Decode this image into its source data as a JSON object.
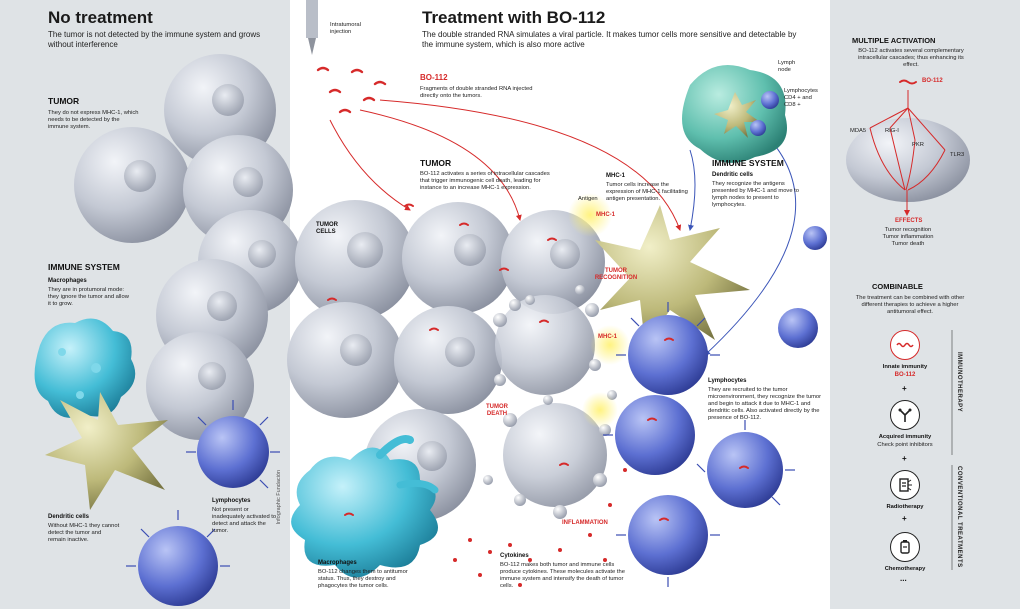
{
  "left": {
    "title": "No treatment",
    "subtitle": "The tumor is not detected by the immune system and grows without interference",
    "tumor_heading": "TUMOR",
    "tumor_text": "They do not express MHC-1, which needs to be detected by the immune system.",
    "immune_heading": "IMMUNE SYSTEM",
    "macrophages_heading": "Macrophages",
    "macrophages_text": "They are in protumoral mode: they ignore the tumor and allow it to grow.",
    "dendritic_heading": "Dendritic cells",
    "dendritic_text": "Without MHC-1 they cannot detect the tumor and remain inactive.",
    "lymphocytes_heading": "Lymphocytes",
    "lymphocytes_text": "Not present or inadequately activated to detect and attack the tumor.",
    "credit": "Infographic Fundación"
  },
  "main": {
    "title": "Treatment with BO-112",
    "subtitle": "The double stranded RNA simulates a viral particle. It makes tumor cells more sensitive and detectable by the immune system, which is also more active",
    "injection_label": "Intratumoral injection",
    "bo_heading": "BO-112",
    "bo_text": "Fragments of double stranded RNA injected directly onto the tumors.",
    "tumor_heading": "TUMOR",
    "tumor_text": "BO-112 activates a series of intracellular cascades that trigger immunogenic cell death, leading for instance to an increase MHC-1 expression.",
    "tumor_cells_label": "TUMOR CELLS",
    "mhc_heading": "MHC-1",
    "mhc_text": "Tumor cells increase the expression of MHC-1 facilitating antigen presentation.",
    "antigen_label": "Antigen",
    "mhc_tag": "MHC-1",
    "tumor_recognition": "TUMOR RECOGNITION",
    "mhc_tag2": "MHC-1",
    "tumor_death": "TUMOR DEATH",
    "inflammation": "INFLAMMATION",
    "lymph_node_label": "Lymph node",
    "lymphocytes_cd": "Lymphocytes CD4 + and CD8 +",
    "immune_heading": "IMMUNE SYSTEM",
    "dendritic_heading": "Dendritic cells",
    "dendritic_text": "They recognize the antigens presented by MHC-1 and move to lymph nodes to present to lymphocytes.",
    "lymphocytes_heading": "Lymphocytes",
    "lymphocytes_text": "They are recruited to the tumor microenvironment, they recognize the tumor and begin to attack it due to MHC-1 and dendritic cells. Also activated directly by the presence of BO-112.",
    "macrophages_heading": "Macrophages",
    "macrophages_text": "BO-112 changes them to antitumor status. Thus, they destroy and phagocytes the tumor cells.",
    "cytokines_heading": "Cytokines",
    "cytokines_text": "BO-112 makes both tumor and immune cells produce cytokines. These molecules activate the immune system and intensify the death of tumor cells."
  },
  "right": {
    "multi_heading": "MULTIPLE ACTIVATION",
    "multi_text": "BO-112 activates several complementary intracellular cascades; thus enhancing its effect.",
    "bo_tag": "BO-112",
    "mda5": "MDA5",
    "rigi": "RIG-I",
    "pkr": "PKR",
    "tlr3": "TLR3",
    "effects_heading": "EFFECTS",
    "effects_1": "Tumor recognition",
    "effects_2": "Tumor inflammation",
    "effects_3": "Tumor death",
    "combinable_heading": "COMBINABLE",
    "combinable_text": "The treatment can be combined with other different therapies to achieve a higher antitumoral effect.",
    "innate_label": "Innate immunity",
    "innate_sub": "BO-112",
    "acquired_label": "Acquired immunity",
    "acquired_sub": "Check point inhibitors",
    "radio_label": "Radiotherapy",
    "chemo_label": "Chemotherapy",
    "plus1": "+",
    "plus2": "+",
    "plus3": "+",
    "ellipsis": "...",
    "immunotherapy_label": "IMMUNOTHERAPY",
    "conventional_label": "CONVENTIONAL TREATMENTS"
  },
  "colors": {
    "accent_red": "#d62a2a",
    "tumor_cell": "#c9ced8",
    "lymphocyte": "#5b6fd0",
    "macrophage": "#4ec3da",
    "dendritic": "#c7c58a",
    "panel_grey": "#dfe3e6"
  }
}
